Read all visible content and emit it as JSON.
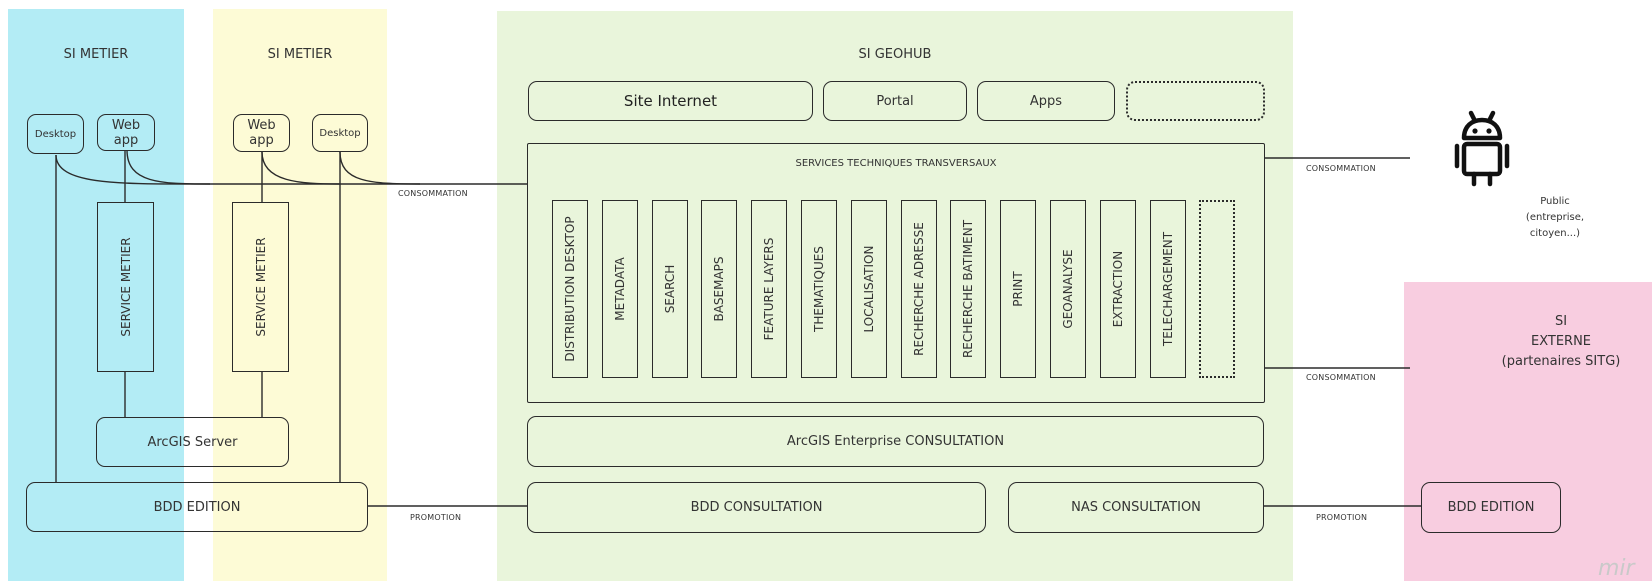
{
  "zones": {
    "si_metier_1": "SI METIER",
    "si_metier_2": "SI METIER",
    "si_geohub": "SI GEOHUB",
    "si_externe": [
      "SI",
      "EXTERNE",
      "(partenaires SITG)"
    ]
  },
  "left1": {
    "desktop": "Desktop",
    "webapp": [
      "Web",
      "app"
    ],
    "service": "SERVICE METIER",
    "bdd": "BDD EDITION"
  },
  "left2": {
    "webapp": [
      "Web",
      "app"
    ],
    "desktop": "Desktop",
    "service": "SERVICE METIER",
    "server": "ArcGIS Server"
  },
  "geohub": {
    "top_boxes": [
      "Site Internet",
      "Portal",
      "Apps"
    ],
    "services_title": "SERVICES TECHNIQUES TRANSVERSAUX",
    "services": [
      "DISTRIBUTION DESKTOP",
      "METADATA",
      "SEARCH",
      "BASEMAPS",
      "FEATURE LAYERS",
      "THEMATIQUES",
      "LOCALISATION",
      "RECHERCHE ADRESSE",
      "RECHERCHE BATIMENT",
      "PRINT",
      "GEOANALYSE",
      "EXTRACTION",
      "TELECHARGEMENT"
    ],
    "enterprise": "ArcGIS Enterprise CONSULTATION",
    "bdd_consultation": "BDD CONSULTATION",
    "nas_consultation": "NAS CONSULTATION"
  },
  "connectors": {
    "consommation_left": "CONSOMMATION",
    "consommation_right_top": "CONSOMMATION",
    "consommation_right_bottom": "CONSOMMATION",
    "promotion_left": "PROMOTION",
    "promotion_right": "PROMOTION"
  },
  "public": {
    "icon": "android-robot-icon",
    "label": [
      "Public",
      "(entreprise,",
      "citoyen...)"
    ]
  },
  "externe": {
    "bdd": "BDD EDITION"
  },
  "watermark": "mir",
  "colors": {
    "cyan_zone": "#b3ecf5",
    "yellow_zone": "#fdfbd6",
    "green_zone": "#e9f5db",
    "pink_zone": "#f8cde0"
  }
}
